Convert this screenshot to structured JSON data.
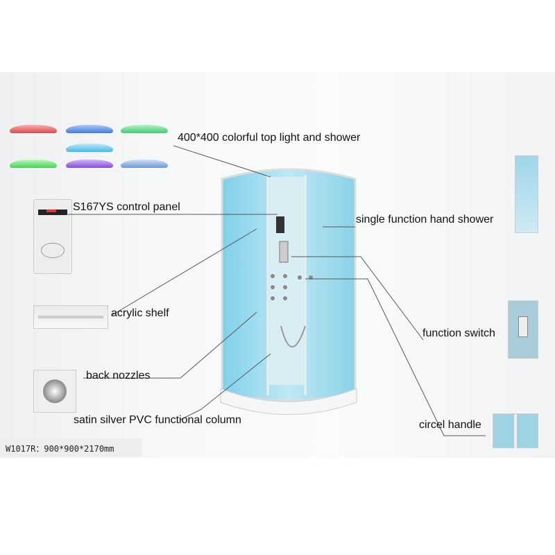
{
  "labels": {
    "top_light": "400*400 colorful top light and shower",
    "control_panel": "S167YS control panel",
    "hand_shower": "single function hand shower",
    "acrylic_shelf": "acrylic shelf",
    "function_switch": "function switch",
    "back_nozzles": "back nozzles",
    "column": "satin silver PVC functional column",
    "circel_handle": "circel handle"
  },
  "spec": "W1017R：900*900*2170mm",
  "light_colors": [
    "#e04848",
    "#3c7ce0",
    "#3ccf70",
    "#4ab8e8",
    "#3cd850",
    "#8a4ae0",
    "#6a9ad8"
  ]
}
